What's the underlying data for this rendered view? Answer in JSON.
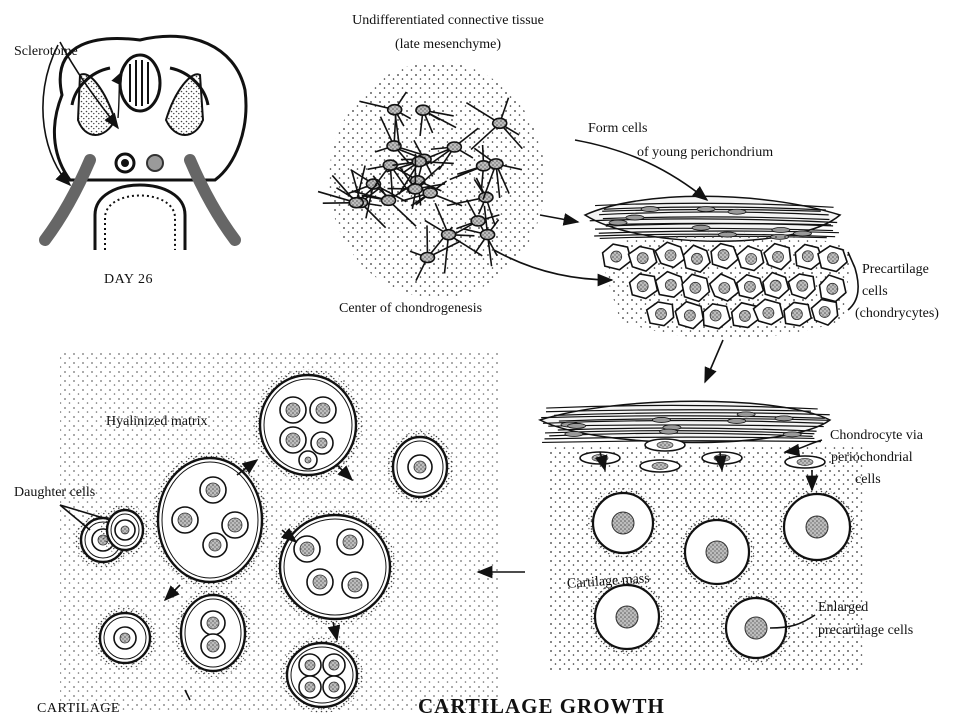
{
  "labels": {
    "sclerotome": "Sclerotome",
    "day": "DAY 26",
    "mesenchyme_line1": "Undifferentiated connective tissue",
    "mesenchyme_line2": "(late mesenchyme)",
    "form_cells_line1": "Form cells",
    "form_cells_line2": "of young perichondrium",
    "center": "Center of chondrogenesis",
    "precartilage_line1": "Precartilage",
    "precartilage_line2": "cells",
    "precartilage_line3": "(chondrycytes)",
    "chondrocyte_line1": "Chondrocyte via",
    "chondrocyte_line2": "periochondrial",
    "chondrocyte_line3": "cells",
    "cartilage_mass": "Cartilage mass",
    "enlarged_line1": "Enlarged",
    "enlarged_line2": "precartilage cells",
    "hyalinized": "Hyalinized matrix",
    "daughter": "Daughter cells",
    "cartilage": "CARTILAGE",
    "title": "CARTILAGE GROWTH"
  },
  "colors": {
    "ink": "#111111",
    "fill_gray": "#8a8a8a",
    "nucleus": "#9a9a9a"
  }
}
